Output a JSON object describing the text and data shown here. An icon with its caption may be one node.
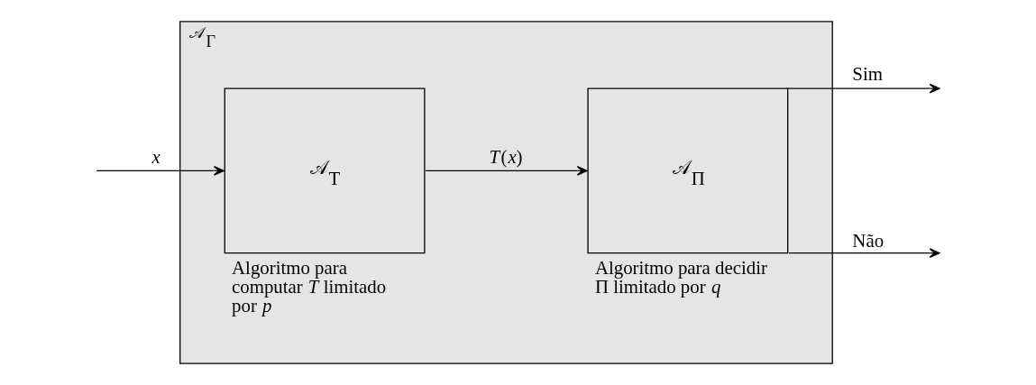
{
  "diagram": {
    "nodes": [
      {
        "text": [
          "𝒜$_{Γ}$"
        ]
      },
      {
        "text": [
          "𝒜$_{T}$"
        ],
        "in": 0,
        "beside": [
          "Algoritmo para computar *T* limitado por *p*"
        ]
      },
      {
        "text": [
          "𝒜$_{Π}$"
        ],
        "in": 0,
        "beside": [
          "Algoritmo para decidir Π limitado por *q*"
        ]
      }
    ],
    "edges": [
      {
        "from": null,
        "to": 1,
        "arrow": "to",
        "label": "*x*"
      },
      {
        "from": 1,
        "to": 2,
        "arrow": "to",
        "label": "*T*(*x*)"
      },
      {
        "from": 2,
        "to": null,
        "arrow": "to",
        "label": "Sim"
      },
      {
        "from": 2,
        "to": null,
        "arrow": "to",
        "label": "Não"
      }
    ]
  }
}
